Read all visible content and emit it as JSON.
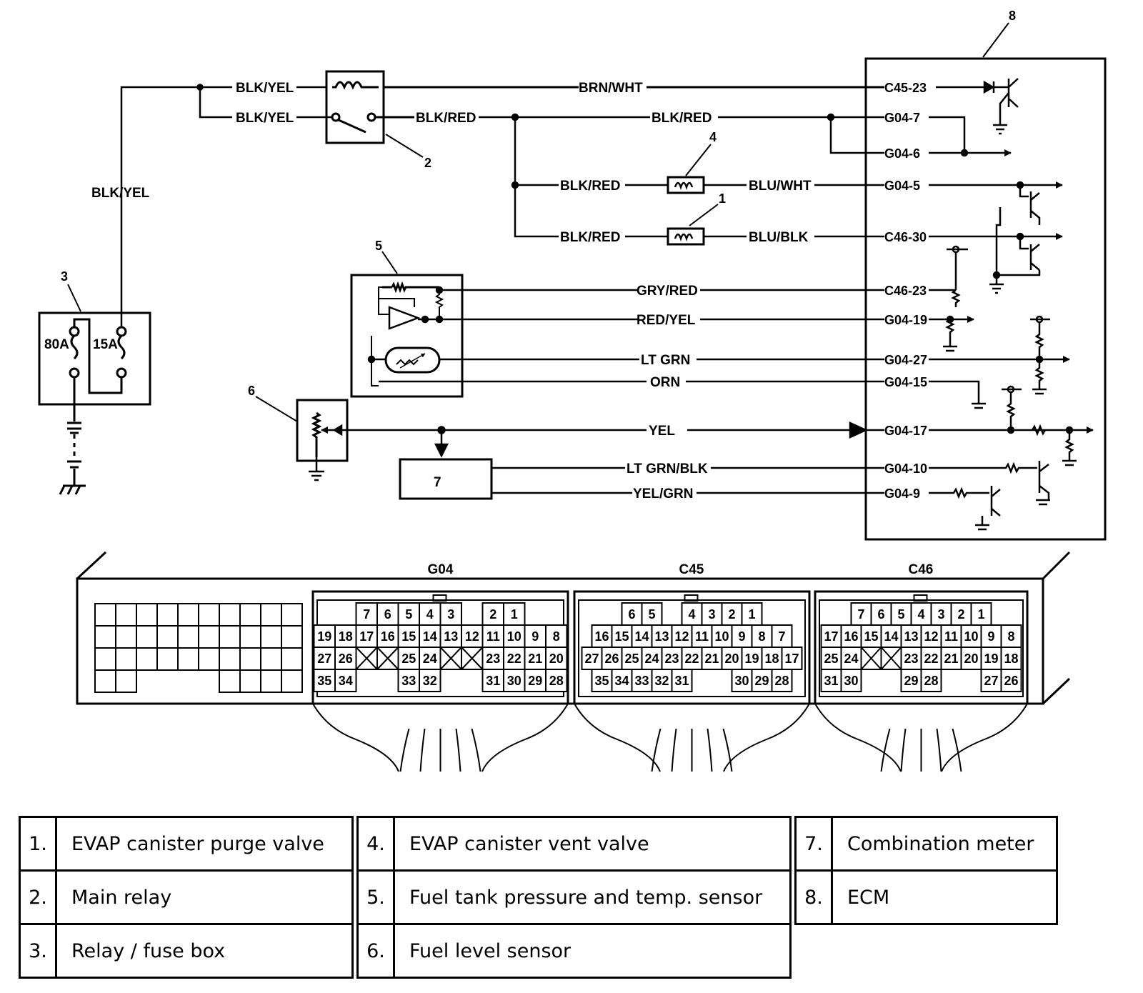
{
  "callouts": [
    "1",
    "2",
    "3",
    "4",
    "5",
    "6",
    "7",
    "8"
  ],
  "wires": {
    "blk_yel_top": "BLK/YEL",
    "blk_yel_mid": "BLK/YEL",
    "blk_yel_vert": "BLK/YEL",
    "brn_wht": "BRN/WHT",
    "blk_red_relay": "BLK/RED",
    "blk_red_main": "BLK/RED",
    "blk_red_v4": "BLK/RED",
    "blk_red_v1": "BLK/RED",
    "blu_wht": "BLU/WHT",
    "blu_blk": "BLU/BLK",
    "gry_red": "GRY/RED",
    "red_yel": "RED/YEL",
    "lt_grn": "LT GRN",
    "orn": "ORN",
    "yel": "YEL",
    "lt_grn_blk": "LT GRN/BLK",
    "yel_grn": "YEL/GRN"
  },
  "fuses": {
    "main": "80A",
    "sub": "15A"
  },
  "ecm_terminals": [
    "C45-23",
    "G04-7",
    "G04-6",
    "G04-5",
    "C46-30",
    "C46-23",
    "G04-19",
    "G04-27",
    "G04-15",
    "G04-17",
    "G04-10",
    "G04-9"
  ],
  "combination_meter_label": "7",
  "connectors": [
    {
      "name": "G04",
      "rows": [
        [
          "7",
          "6",
          "5",
          "4",
          "3",
          "",
          "2",
          "1"
        ],
        [
          "19",
          "18",
          "17",
          "16",
          "15",
          "14",
          "13",
          "12",
          "11",
          "10",
          "9",
          "8"
        ],
        [
          "27",
          "26",
          "X",
          "X",
          "25",
          "24",
          "X",
          "X",
          "23",
          "22",
          "21",
          "20"
        ],
        [
          "35",
          "34",
          "",
          "",
          "33",
          "32",
          "",
          "",
          "31",
          "30",
          "29",
          "28"
        ]
      ]
    },
    {
      "name": "C45",
      "rows": [
        [
          "6",
          "5",
          "",
          "4",
          "3",
          "2",
          "1"
        ],
        [
          "16",
          "15",
          "14",
          "13",
          "12",
          "11",
          "10",
          "9",
          "8",
          "7"
        ],
        [
          "27",
          "26",
          "25",
          "24",
          "23",
          "22",
          "21",
          "20",
          "19",
          "18",
          "17"
        ],
        [
          "35",
          "34",
          "33",
          "32",
          "31",
          "",
          "",
          "30",
          "29",
          "28"
        ]
      ]
    },
    {
      "name": "C46",
      "rows": [
        [
          "7",
          "6",
          "5",
          "4",
          "3",
          "2",
          "1"
        ],
        [
          "17",
          "16",
          "15",
          "14",
          "13",
          "12",
          "11",
          "10",
          "9",
          "8"
        ],
        [
          "25",
          "24",
          "X",
          "X",
          "23",
          "22",
          "21",
          "20",
          "19",
          "18"
        ],
        [
          "31",
          "30",
          "",
          "",
          "29",
          "28",
          "",
          "",
          "27",
          "26"
        ]
      ]
    }
  ],
  "legend": [
    [
      {
        "num": "1.",
        "label": "EVAP canister purge valve"
      },
      {
        "num": "4.",
        "label": "EVAP canister vent valve"
      },
      {
        "num": "7.",
        "label": "Combination meter"
      }
    ],
    [
      {
        "num": "2.",
        "label": "Main relay"
      },
      {
        "num": "5.",
        "label": "Fuel tank pressure and temp. sensor"
      },
      {
        "num": "8.",
        "label": "ECM"
      }
    ],
    [
      {
        "num": "3.",
        "label": "Relay / fuse box"
      },
      {
        "num": "6.",
        "label": "Fuel level sensor"
      },
      null
    ]
  ]
}
